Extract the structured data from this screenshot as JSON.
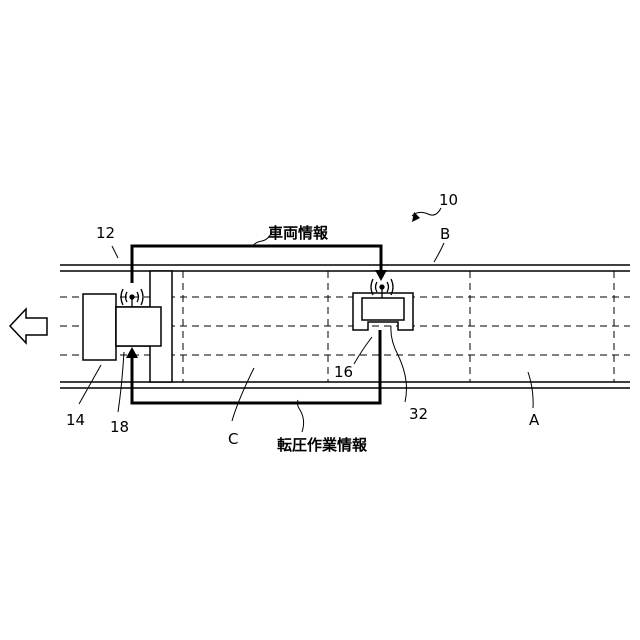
{
  "figure_number": "10",
  "labels": {
    "road": "12",
    "paver": "14",
    "roller": "16",
    "paver_unit": "18",
    "roller_unit": "32",
    "area_a": "A",
    "area_b": "B",
    "area_c": "C"
  },
  "signals": {
    "vehicle_info": "車両情報",
    "compaction_info": "転圧作業情報"
  },
  "colors": {
    "line": "#000000",
    "background": "#ffffff"
  }
}
